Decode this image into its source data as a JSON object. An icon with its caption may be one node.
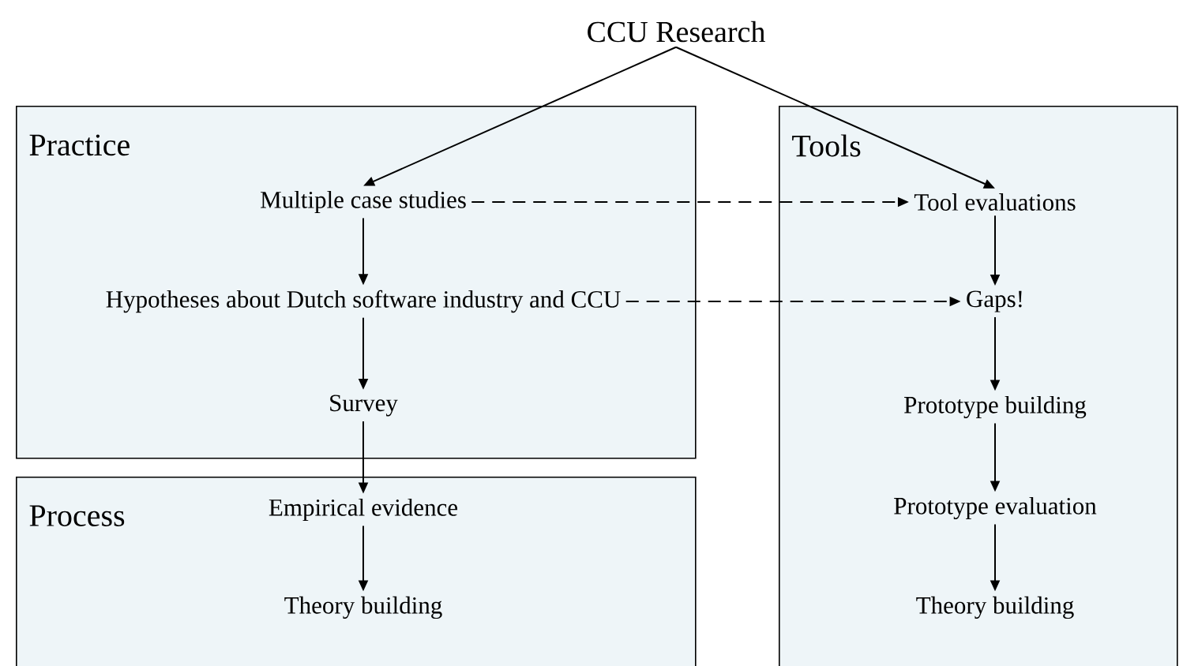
{
  "diagram": {
    "nodes": [
      {
        "text": [
          "CCU Research"
        ]
      },
      {
        "text": [
          "Practice"
        ]
      },
      {
        "text": [
          "Tools"
        ]
      },
      {
        "text": [
          "Process"
        ]
      },
      {
        "text": [
          "Multiple case studies"
        ],
        "in": 1
      },
      {
        "text": [
          "Hypotheses about Dutch software industry and CCU"
        ],
        "in": 1
      },
      {
        "text": [
          "Survey"
        ],
        "in": 1
      },
      {
        "text": [
          "Tool evaluations"
        ],
        "in": 2
      },
      {
        "text": [
          "Gaps!"
        ],
        "in": 2
      },
      {
        "text": [
          "Prototype building"
        ],
        "in": 2
      },
      {
        "text": [
          "Prototype evaluation"
        ],
        "in": 2
      },
      {
        "text": [
          "Theory building"
        ],
        "in": 2
      },
      {
        "text": [
          "Empirical evidence"
        ],
        "in": 3
      },
      {
        "text": [
          "Theory building"
        ],
        "in": 3
      }
    ],
    "edges": [
      {
        "from": 0,
        "to": 4,
        "arrow": "to"
      },
      {
        "from": 0,
        "to": 7,
        "arrow": "to"
      },
      {
        "from": 4,
        "to": 7,
        "arrow": "to",
        "style": "dashed"
      },
      {
        "from": 4,
        "to": 5,
        "arrow": "to"
      },
      {
        "from": 5,
        "to": 6,
        "arrow": "to"
      },
      {
        "from": 5,
        "to": 8,
        "arrow": "to",
        "style": "dashed"
      },
      {
        "from": 7,
        "to": 8,
        "arrow": "to"
      },
      {
        "from": 8,
        "to": 9,
        "arrow": "to"
      },
      {
        "from": 9,
        "to": 10,
        "arrow": "to"
      },
      {
        "from": 10,
        "to": 11,
        "arrow": "to"
      },
      {
        "from": 6,
        "to": 12,
        "arrow": "to"
      },
      {
        "from": 12,
        "to": 13,
        "arrow": "to"
      }
    ]
  }
}
